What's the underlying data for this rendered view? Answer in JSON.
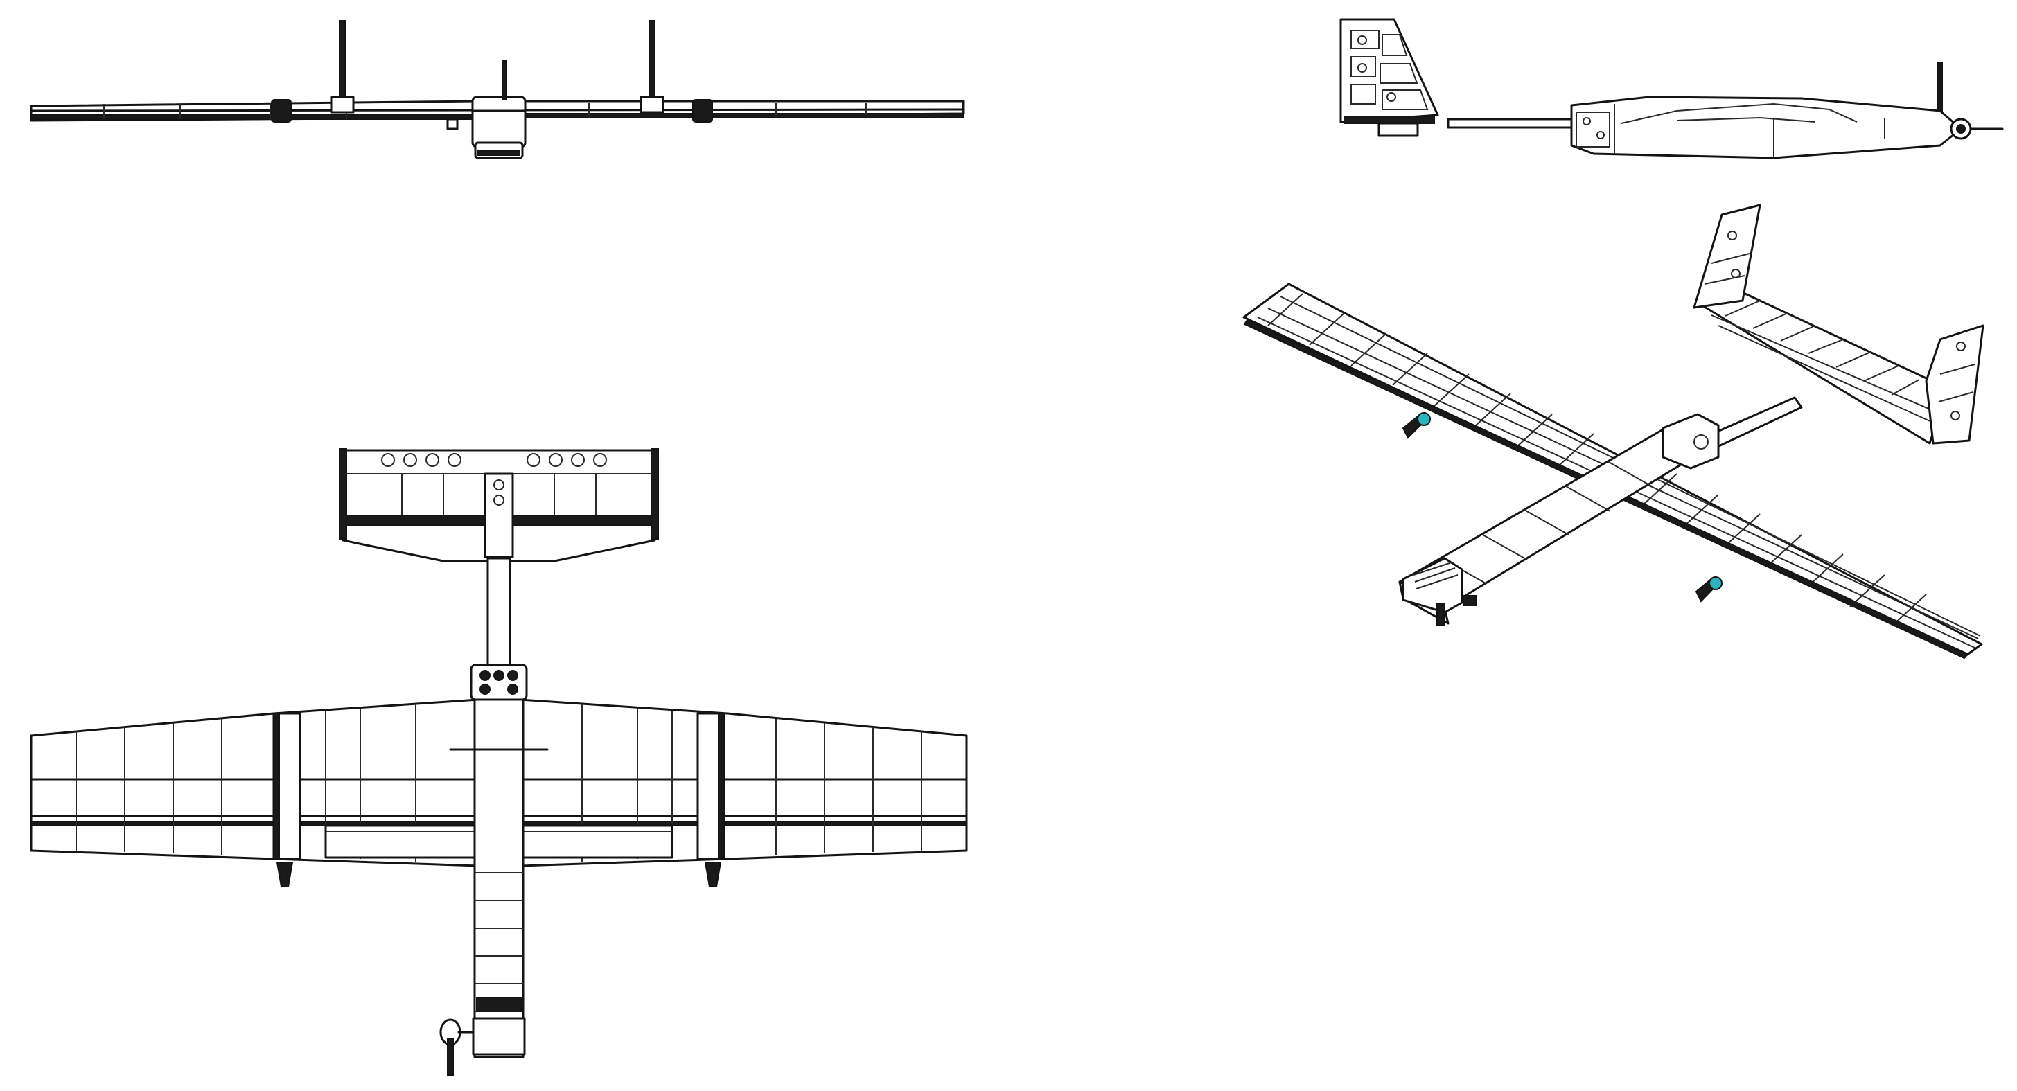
{
  "views": [
    {
      "id": "front",
      "name": "front-view"
    },
    {
      "id": "side",
      "name": "side-view"
    },
    {
      "id": "top",
      "name": "top-view"
    },
    {
      "id": "iso",
      "name": "isometric-view"
    }
  ],
  "colors": {
    "line": "#141414",
    "background": "#ffffff",
    "accent": "#2bb3c0"
  }
}
